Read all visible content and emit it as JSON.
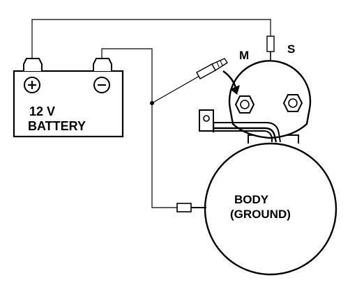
{
  "battery": {
    "voltage_label": "12 V",
    "name_label": "BATTERY",
    "positive_symbol": "+",
    "negative_symbol": "−"
  },
  "solenoid": {
    "m_label": "M",
    "s_label": "S"
  },
  "starter_body": {
    "line1": "BODY",
    "line2": "(GROUND)"
  },
  "colors": {
    "ink": "#000000",
    "paper": "#ffffff"
  }
}
